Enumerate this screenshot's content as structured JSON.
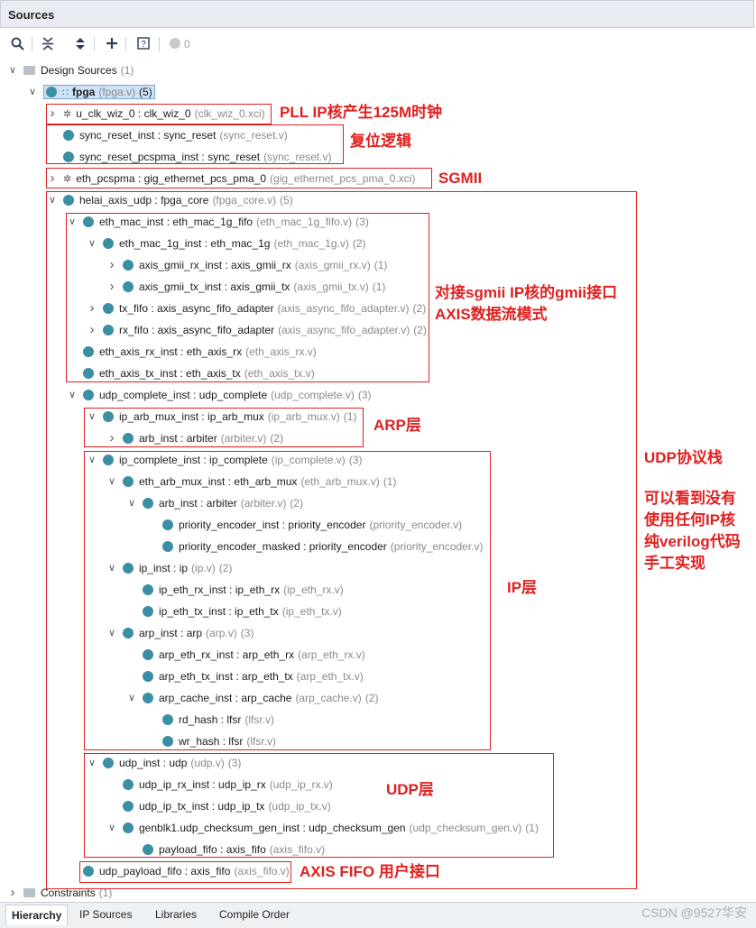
{
  "panel": {
    "title": "Sources"
  },
  "toolbar": {
    "count": "0"
  },
  "tree": [
    {
      "id": "design-sources",
      "indent": 0,
      "exp": "v",
      "icon": "folder",
      "name": "Design Sources",
      "count": "(1)"
    },
    {
      "id": "fpga",
      "indent": 1,
      "exp": "v",
      "icon": "dot-hier",
      "name": "fpga",
      "file": "(fpga.v)",
      "count": "(5)",
      "selected": true,
      "bold": true
    },
    {
      "id": "u-clk-wiz",
      "indent": 2,
      "exp": ">",
      "icon": "ip",
      "name": "u_clk_wiz_0 : clk_wiz_0",
      "file": "(clk_wiz_0.xci)"
    },
    {
      "id": "sync-reset",
      "indent": 2,
      "icon": "dot",
      "name": "sync_reset_inst : sync_reset",
      "file": "(sync_reset.v)"
    },
    {
      "id": "sync-reset-pcspma",
      "indent": 2,
      "icon": "dot",
      "name": "sync_reset_pcspma_inst : sync_reset",
      "file": "(sync_reset.v)"
    },
    {
      "id": "eth-pcspma",
      "indent": 2,
      "exp": ">",
      "icon": "ip",
      "name": "eth_pcspma : gig_ethernet_pcs_pma_0",
      "file": "(gig_ethernet_pcs_pma_0.xci)"
    },
    {
      "id": "helai-axis-udp",
      "indent": 2,
      "exp": "v",
      "icon": "dot",
      "name": "helai_axis_udp : fpga_core",
      "file": "(fpga_core.v)",
      "count": "(5)"
    },
    {
      "id": "eth-mac-inst",
      "indent": 3,
      "exp": "v",
      "icon": "dot",
      "name": "eth_mac_inst : eth_mac_1g_fifo",
      "file": "(eth_mac_1g_fifo.v)",
      "count": "(3)"
    },
    {
      "id": "eth-mac-1g-inst",
      "indent": 4,
      "exp": "v",
      "icon": "dot",
      "name": "eth_mac_1g_inst : eth_mac_1g",
      "file": "(eth_mac_1g.v)",
      "count": "(2)"
    },
    {
      "id": "axis-gmii-rx",
      "indent": 5,
      "exp": ">",
      "icon": "dot",
      "name": "axis_gmii_rx_inst : axis_gmii_rx",
      "file": "(axis_gmii_rx.v)",
      "count": "(1)"
    },
    {
      "id": "axis-gmii-tx",
      "indent": 5,
      "exp": ">",
      "icon": "dot",
      "name": "axis_gmii_tx_inst : axis_gmii_tx",
      "file": "(axis_gmii_tx.v)",
      "count": "(1)"
    },
    {
      "id": "tx-fifo",
      "indent": 4,
      "exp": ">",
      "icon": "dot",
      "name": "tx_fifo : axis_async_fifo_adapter",
      "file": "(axis_async_fifo_adapter.v)",
      "count": "(2)"
    },
    {
      "id": "rx-fifo",
      "indent": 4,
      "exp": ">",
      "icon": "dot",
      "name": "rx_fifo : axis_async_fifo_adapter",
      "file": "(axis_async_fifo_adapter.v)",
      "count": "(2)"
    },
    {
      "id": "eth-axis-rx",
      "indent": 3,
      "icon": "dot",
      "name": "eth_axis_rx_inst : eth_axis_rx",
      "file": "(eth_axis_rx.v)"
    },
    {
      "id": "eth-axis-tx",
      "indent": 3,
      "icon": "dot",
      "name": "eth_axis_tx_inst : eth_axis_tx",
      "file": "(eth_axis_tx.v)"
    },
    {
      "id": "udp-complete",
      "indent": 3,
      "exp": "v",
      "icon": "dot",
      "name": "udp_complete_inst : udp_complete",
      "file": "(udp_complete.v)",
      "count": "(3)"
    },
    {
      "id": "ip-arb-mux",
      "indent": 4,
      "exp": "v",
      "icon": "dot",
      "name": "ip_arb_mux_inst : ip_arb_mux",
      "file": "(ip_arb_mux.v)",
      "count": "(1)"
    },
    {
      "id": "arb-inst-1",
      "indent": 5,
      "exp": ">",
      "icon": "dot",
      "name": "arb_inst : arbiter",
      "file": "(arbiter.v)",
      "count": "(2)"
    },
    {
      "id": "ip-complete",
      "indent": 4,
      "exp": "v",
      "icon": "dot",
      "name": "ip_complete_inst : ip_complete",
      "file": "(ip_complete.v)",
      "count": "(3)"
    },
    {
      "id": "eth-arb-mux",
      "indent": 5,
      "exp": "v",
      "icon": "dot",
      "name": "eth_arb_mux_inst : eth_arb_mux",
      "file": "(eth_arb_mux.v)",
      "count": "(1)"
    },
    {
      "id": "arb-inst-2",
      "indent": 6,
      "exp": "v",
      "icon": "dot",
      "name": "arb_inst : arbiter",
      "file": "(arbiter.v)",
      "count": "(2)"
    },
    {
      "id": "priority-encoder",
      "indent": 7,
      "icon": "dot",
      "name": "priority_encoder_inst : priority_encoder",
      "file": "(priority_encoder.v)"
    },
    {
      "id": "priority-encoder-masked",
      "indent": 7,
      "icon": "dot",
      "name": "priority_encoder_masked : priority_encoder",
      "file": "(priority_encoder.v)"
    },
    {
      "id": "ip-inst",
      "indent": 5,
      "exp": "v",
      "icon": "dot",
      "name": "ip_inst : ip",
      "file": "(ip.v)",
      "count": "(2)"
    },
    {
      "id": "ip-eth-rx",
      "indent": 6,
      "icon": "dot",
      "name": "ip_eth_rx_inst : ip_eth_rx",
      "file": "(ip_eth_rx.v)"
    },
    {
      "id": "ip-eth-tx",
      "indent": 6,
      "icon": "dot",
      "name": "ip_eth_tx_inst : ip_eth_tx",
      "file": "(ip_eth_tx.v)"
    },
    {
      "id": "arp-inst",
      "indent": 5,
      "exp": "v",
      "icon": "dot",
      "name": "arp_inst : arp",
      "file": "(arp.v)",
      "count": "(3)"
    },
    {
      "id": "arp-eth-rx",
      "indent": 6,
      "icon": "dot",
      "name": "arp_eth_rx_inst : arp_eth_rx",
      "file": "(arp_eth_rx.v)"
    },
    {
      "id": "arp-eth-tx",
      "indent": 6,
      "icon": "dot",
      "name": "arp_eth_tx_inst : arp_eth_tx",
      "file": "(arp_eth_tx.v)"
    },
    {
      "id": "arp-cache",
      "indent": 6,
      "exp": "v",
      "icon": "dot",
      "name": "arp_cache_inst : arp_cache",
      "file": "(arp_cache.v)",
      "count": "(2)"
    },
    {
      "id": "rd-hash",
      "indent": 7,
      "icon": "dot",
      "name": "rd_hash : lfsr",
      "file": "(lfsr.v)"
    },
    {
      "id": "wr-hash",
      "indent": 7,
      "icon": "dot",
      "name": "wr_hash : lfsr",
      "file": "(lfsr.v)"
    },
    {
      "id": "udp-inst",
      "indent": 4,
      "exp": "v",
      "icon": "dot",
      "name": "udp_inst : udp",
      "file": "(udp.v)",
      "count": "(3)"
    },
    {
      "id": "udp-ip-rx",
      "indent": 5,
      "icon": "dot",
      "name": "udp_ip_rx_inst : udp_ip_rx",
      "file": "(udp_ip_rx.v)"
    },
    {
      "id": "udp-ip-tx",
      "indent": 5,
      "icon": "dot",
      "name": "udp_ip_tx_inst : udp_ip_tx",
      "file": "(udp_ip_tx.v)"
    },
    {
      "id": "genblk1",
      "indent": 5,
      "exp": "v",
      "icon": "dot",
      "name": "genblk1.udp_checksum_gen_inst : udp_checksum_gen",
      "file": "(udp_checksum_gen.v)",
      "count": "(1)"
    },
    {
      "id": "payload-fifo",
      "indent": 6,
      "icon": "dot",
      "name": "payload_fifo : axis_fifo",
      "file": "(axis_fifo.v)"
    },
    {
      "id": "udp-payload-fifo",
      "indent": 3,
      "icon": "dot",
      "name": "udp_payload_fifo : axis_fifo",
      "file": "(axis_fifo.v)"
    },
    {
      "id": "constraints",
      "indent": 0,
      "exp": ">",
      "icon": "folder",
      "name": "Constraints",
      "count": "(1)"
    }
  ],
  "annotations": {
    "pll": "PLL IP核产生125M时钟",
    "reset": "复位逻辑",
    "sgmii": "SGMII",
    "gmii_line1": "对接sgmii IP核的gmii接口",
    "gmii_line2": "AXIS数据流模式",
    "arp": "ARP层",
    "udp_stack": "UDP协议栈",
    "novip_line1": "可以看到没有",
    "novip_line2": "使用任何IP核",
    "novip_line3": "纯verilog代码",
    "novip_line4": "手工实现",
    "ip_layer": "IP层",
    "udp_layer": "UDP层",
    "axis_fifo": "AXIS FIFO 用户接口"
  },
  "tabs": [
    "Hierarchy",
    "IP Sources",
    "Libraries",
    "Compile Order"
  ],
  "watermark": "CSDN @9527华安"
}
